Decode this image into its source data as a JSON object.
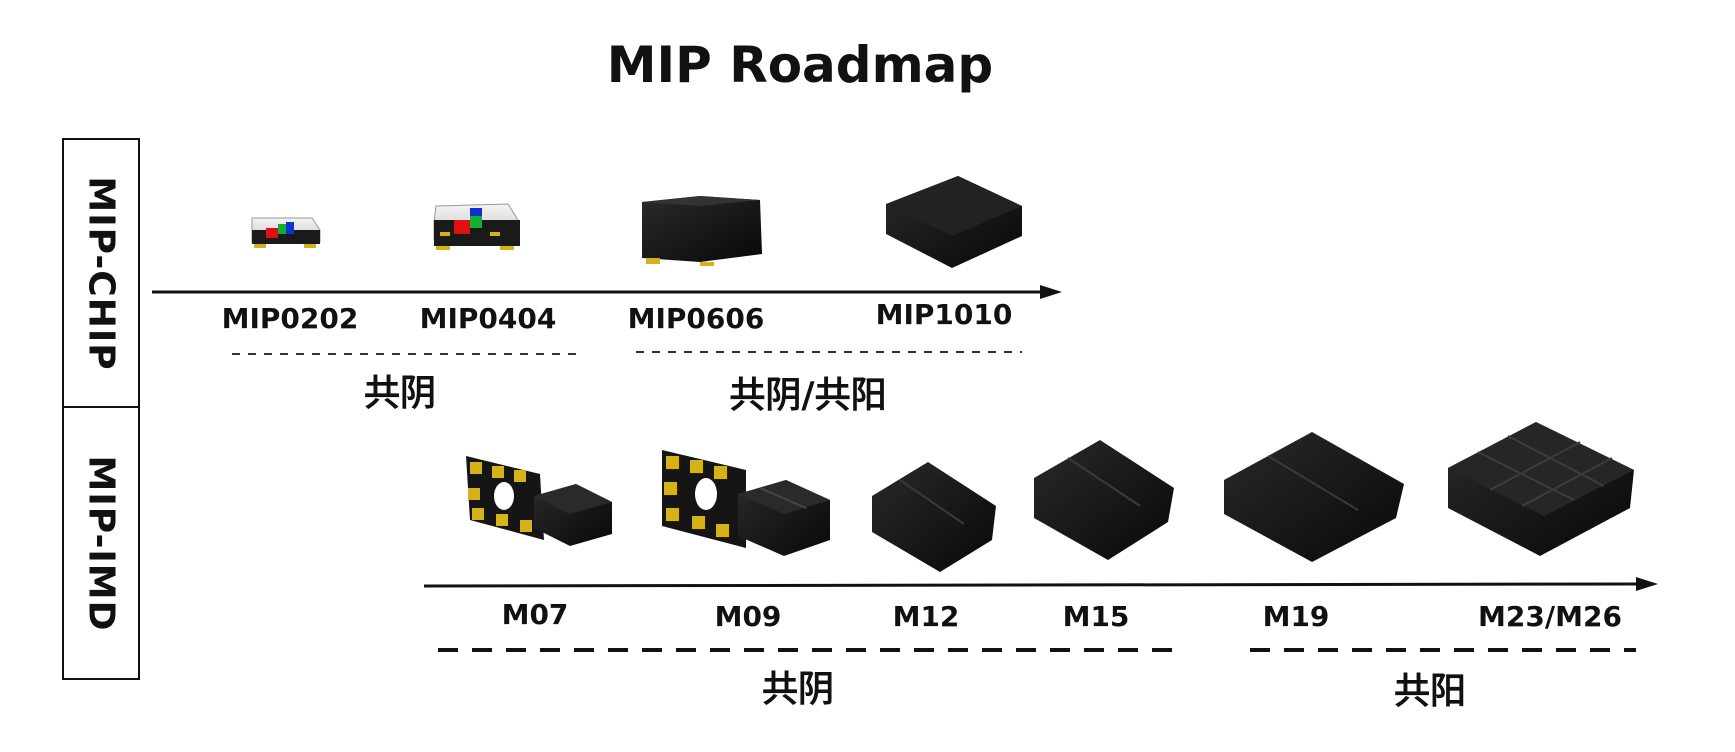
{
  "title": "MIP Roadmap",
  "rows": {
    "chip": {
      "label": "MIP-CHIP"
    },
    "imd": {
      "label": "MIP-IMD"
    }
  },
  "chip_products": [
    "MIP0202",
    "MIP0404",
    "MIP0606",
    "MIP1010"
  ],
  "chip_groups": [
    "共阴",
    "共阴/共阳"
  ],
  "imd_products": [
    "M07",
    "M09",
    "M12",
    "M15",
    "M19",
    "M23/M26"
  ],
  "imd_groups": [
    "共阴",
    "共阳"
  ],
  "colors": {
    "text": "#111111",
    "package_black": "#141414",
    "pad_gold": "#d4b21a",
    "led_red": "#e01010",
    "led_green": "#10b030",
    "led_blue": "#1030d0"
  }
}
